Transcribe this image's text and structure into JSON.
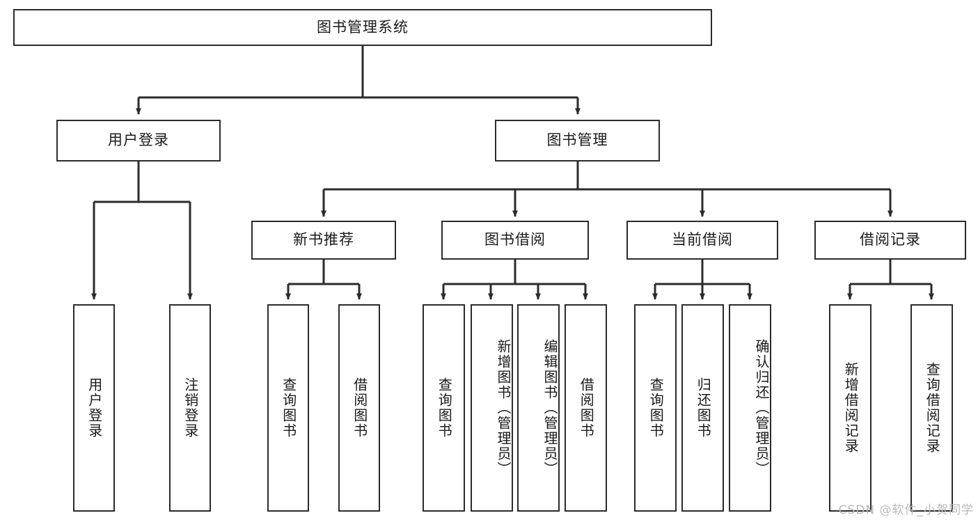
{
  "diagram": {
    "title": "图书管理系统",
    "type": "hierarchy-tree",
    "root": {
      "label": "图书管理系统",
      "id": "root"
    },
    "level2": [
      {
        "id": "user-login",
        "label": "用户登录"
      },
      {
        "id": "book-manage",
        "label": "图书管理"
      }
    ],
    "level3": [
      {
        "id": "new-book-recommend",
        "label": "新书推荐",
        "parent": "book-manage"
      },
      {
        "id": "book-borrow",
        "label": "图书借阅",
        "parent": "book-manage"
      },
      {
        "id": "current-borrow",
        "label": "当前借阅",
        "parent": "book-manage"
      },
      {
        "id": "borrow-record",
        "label": "借阅记录",
        "parent": "book-manage"
      }
    ],
    "leaves": [
      {
        "id": "leaf-user-login",
        "label": "用户登录",
        "parent": "user-login"
      },
      {
        "id": "leaf-logout-login",
        "label": "注销登录",
        "parent": "user-login"
      },
      {
        "id": "leaf-query-book-1",
        "label": "查询图书",
        "parent": "new-book-recommend"
      },
      {
        "id": "leaf-borrow-book-1",
        "label": "借阅图书",
        "parent": "new-book-recommend"
      },
      {
        "id": "leaf-query-book-2",
        "label": "查询图书",
        "parent": "book-borrow"
      },
      {
        "id": "leaf-add-book",
        "label": "新增图书（管理员）",
        "parent": "book-borrow"
      },
      {
        "id": "leaf-edit-book",
        "label": "编辑图书（管理员）",
        "parent": "book-borrow"
      },
      {
        "id": "leaf-borrow-book-2",
        "label": "借阅图书",
        "parent": "book-borrow"
      },
      {
        "id": "leaf-query-book-3",
        "label": "查询图书",
        "parent": "current-borrow"
      },
      {
        "id": "leaf-return-book",
        "label": "归还图书",
        "parent": "current-borrow"
      },
      {
        "id": "leaf-confirm-return",
        "label": "确认归还（管理员）",
        "parent": "current-borrow"
      },
      {
        "id": "leaf-add-record",
        "label": "新增借阅记录",
        "parent": "borrow-record"
      },
      {
        "id": "leaf-query-record",
        "label": "查询借阅记录",
        "parent": "borrow-record"
      }
    ],
    "colors": {
      "stroke": "#2b2b2b",
      "fill": "#ffffff",
      "text": "#1a1a1a",
      "watermark": "#b9b9b9"
    }
  },
  "watermark": {
    "text": "CSDN @软件_小贺同学"
  }
}
